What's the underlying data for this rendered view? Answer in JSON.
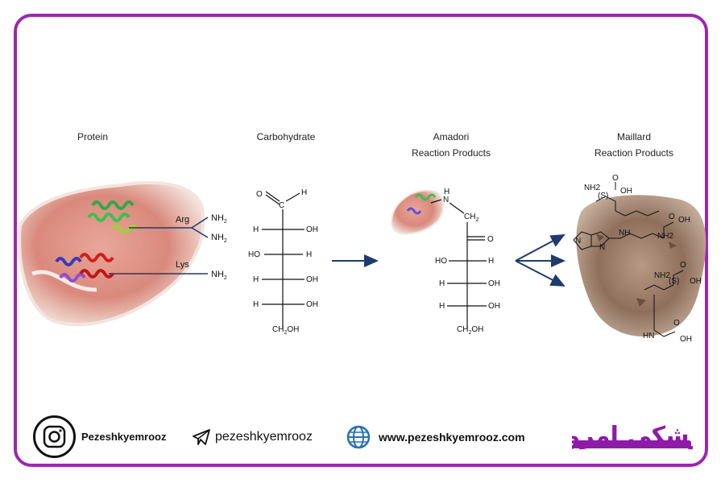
{
  "titles": {
    "protein": "Protein",
    "carbohydrate": "Carbohydrate",
    "amadori_line1": "Amadori",
    "amadori_line2": "Reaction Products",
    "maillard_line1": "Maillard",
    "maillard_line2": "Reaction Products"
  },
  "protein_labels": {
    "arg": "Arg",
    "lys": "Lys",
    "amine": "NH",
    "amine_sub": "2"
  },
  "sugar_labels": {
    "o": "O",
    "h": "H",
    "oh": "OH",
    "ho": "HO",
    "c": "C",
    "ch2oh": "CH",
    "ch2oh_sub": "2",
    "ch2oh_tail": "OH"
  },
  "amadori_labels": {
    "n": "N",
    "h": "H",
    "ch2": "CH",
    "ch2_sub": "2",
    "o": "O",
    "ho": "HO",
    "oh": "OH",
    "ch2oh_tail": "OH"
  },
  "maillard_labels": {
    "nh2": "NH2",
    "s": "(S)",
    "oh": "OH",
    "o": "O",
    "hn": "HN",
    "n": "N",
    "nh": "NH"
  },
  "footer": {
    "instagram": "Pezeshkyemrooz",
    "telegram": "pezeshkyemrooz",
    "website": "www.pezeshkyemrooz.com",
    "brand": "پزشکی امروز"
  },
  "colors": {
    "frame": "#9c27b0",
    "arrow": "#1f3a6e",
    "brand": "#8e1aa8",
    "web_icon": "#2a6fb5"
  }
}
